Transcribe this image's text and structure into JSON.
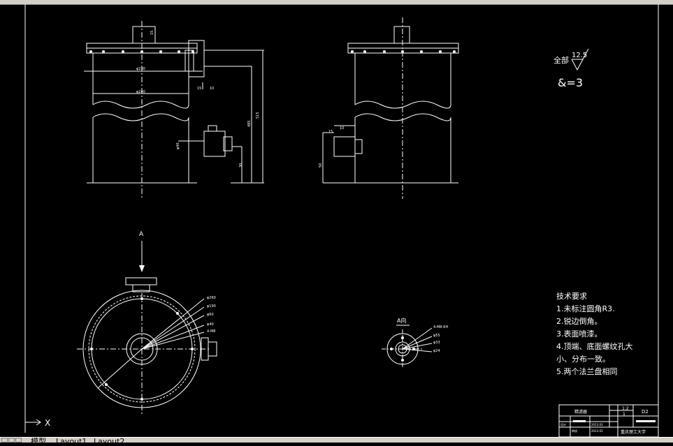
{
  "drawing": {
    "view_label_a": "A",
    "view_label_a_dir": "A向",
    "surface_all": "全部",
    "surface_value": "12.5",
    "thickness": "&=3",
    "tech_title": "技术要求",
    "tech_notes": [
      "1.未标注圆角R3.",
      "2.锐边倒角。",
      "3.表面喷漆。",
      "4.顶端、底面螺纹孔大",
      "小、分布一致。",
      "5.两个法兰盘相同"
    ],
    "dims": {
      "d1": "φ230",
      "d2": "φ240",
      "h_total": "515",
      "h1": "485",
      "h2": "30",
      "w1": "10",
      "w2": "15",
      "d_side": "φ40",
      "d3": "φ260",
      "d4": "φ190",
      "d5": "φ60",
      "d6": "φ40",
      "d7": "4-M8",
      "a1": "4-M8-6H",
      "a2": "φ55",
      "a3": "φ33",
      "a4": "φ24",
      "s1": "10",
      "s2": "15",
      "s3": "50",
      "s4": "1"
    },
    "title_block": {
      "part_name": "精滤器",
      "scale_label": "1:2",
      "sheet": "D2",
      "qty": "1",
      "date1": "2013.03",
      "date2": "2013.03",
      "designer": "设计",
      "checker": "审核",
      "school": "重庆理工大学"
    },
    "ucs_x": "X"
  },
  "tabs": {
    "model": "模型",
    "layout1": "Layout1",
    "layout2": "Layout2"
  }
}
